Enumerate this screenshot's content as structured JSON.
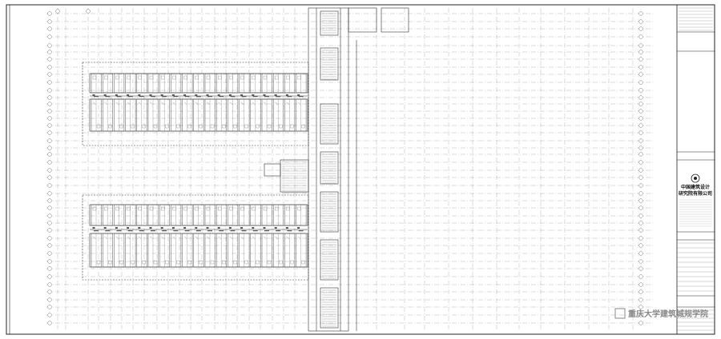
{
  "title_block": {
    "company_line1": "中国建筑设计",
    "company_line2": "研究院有限公司"
  },
  "watermark": {
    "text": "重庆大学建筑城规学院"
  },
  "colors": {
    "line": "#222222",
    "grid": "#9a9a9a",
    "hatch": "#555555"
  }
}
